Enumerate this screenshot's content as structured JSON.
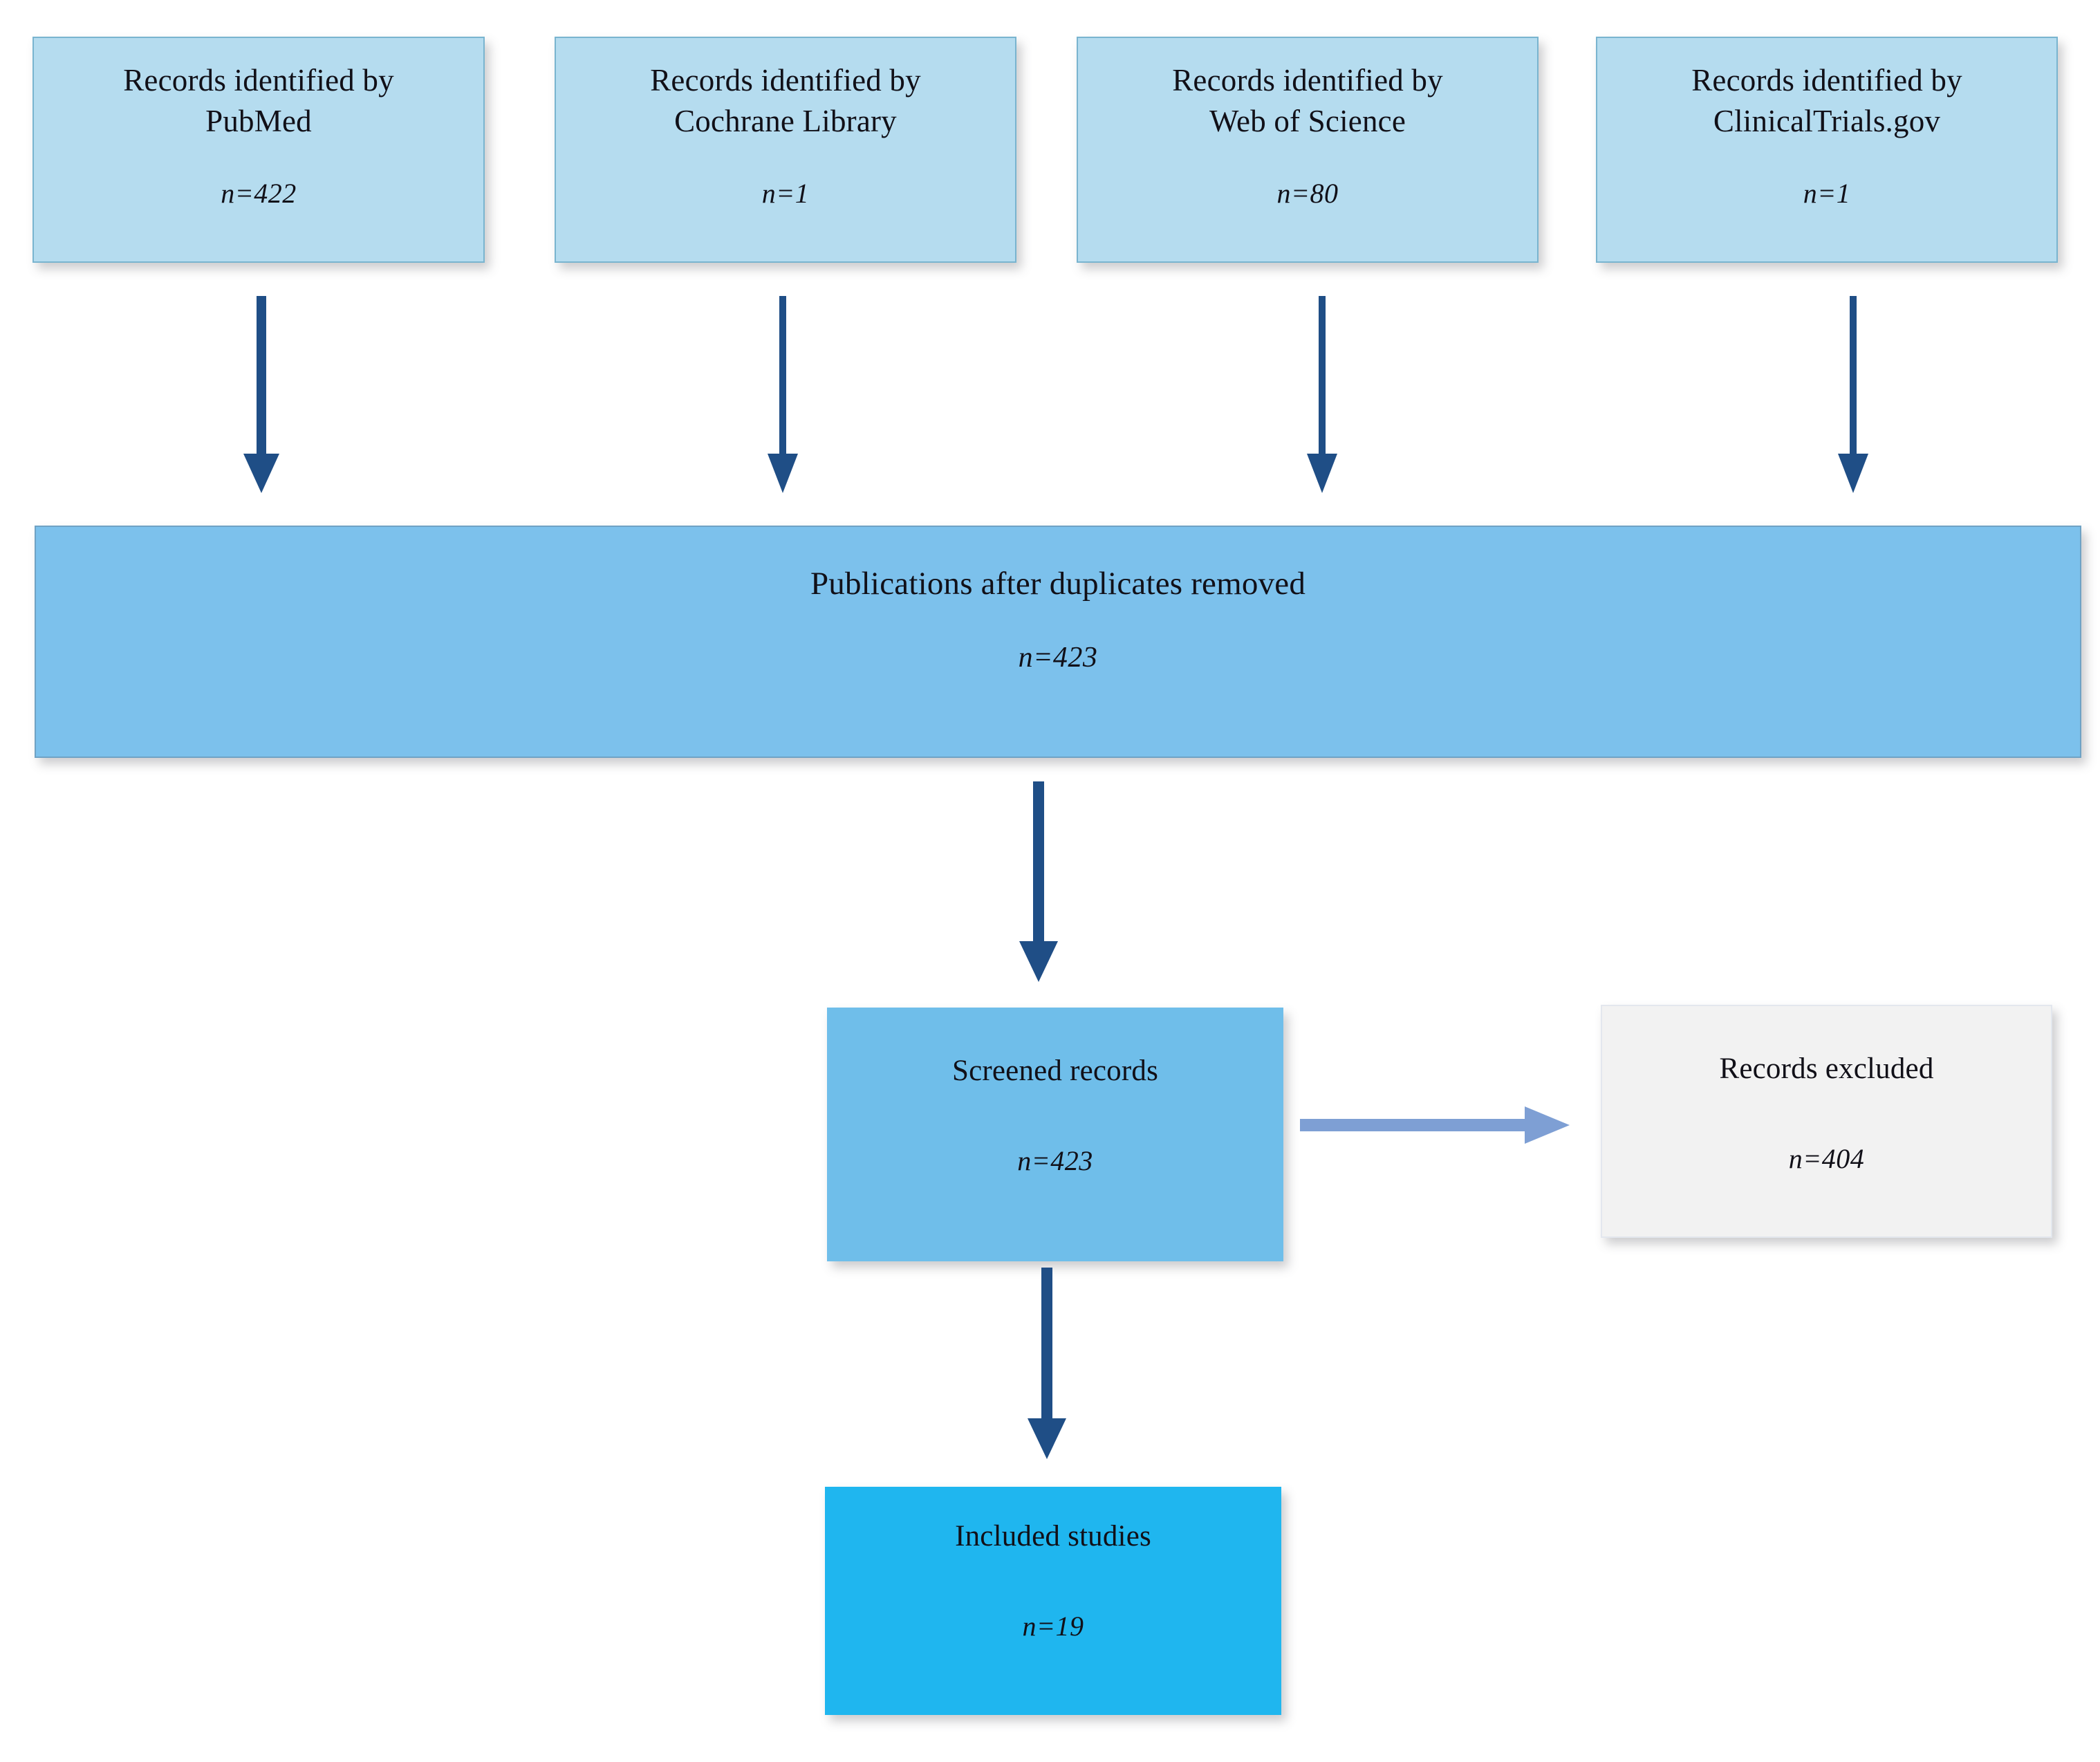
{
  "diagram": {
    "type": "prisma-flow-diagram",
    "colors": {
      "source_box_fill": "#b5dcef",
      "source_box_border": "#79b4cf",
      "duplicates_bar_fill": "#7cc1ec",
      "duplicates_bar_border": "#6fa2c4",
      "screened_box_fill": "#6fbeea",
      "excluded_box_fill": "#f2f2f2",
      "included_box_fill": "#1fb6ef",
      "vertical_arrow": "#1f4e86",
      "horizontal_arrow": "#7e9fd4",
      "text": "#111018"
    },
    "sources": [
      {
        "title": "Records identified by\nPubMed",
        "count": "n=422"
      },
      {
        "title": "Records identified by\nCochrane Library",
        "count": "n=1"
      },
      {
        "title": "Records identified by\nWeb of Science",
        "count": "n=80"
      },
      {
        "title": "Records identified by\nClinicalTrials.gov",
        "count": "n=1"
      }
    ],
    "duplicates": {
      "title": "Publications after duplicates removed",
      "count": "n=423"
    },
    "screened": {
      "title": "Screened  records",
      "count": "n=423"
    },
    "excluded": {
      "title": "Records excluded",
      "count": "n=404"
    },
    "included": {
      "title": "Included studies",
      "count": "n=19"
    }
  }
}
